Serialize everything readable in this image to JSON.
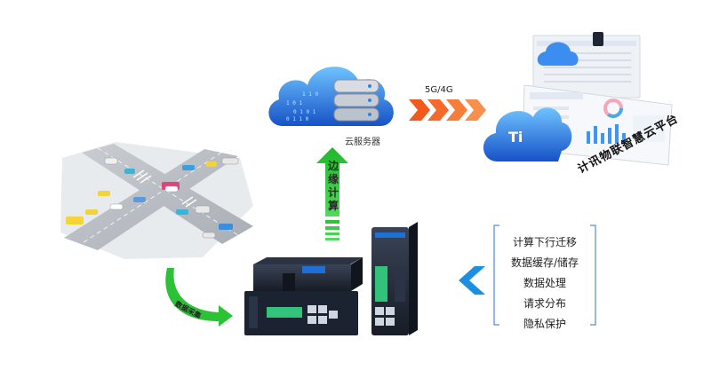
{
  "labels": {
    "cloud_server": "云服务器",
    "network": "5G/4G",
    "edge_compute": "边缘计算",
    "data_collection": "数据采集",
    "platform": "计讯物联智慧云平台"
  },
  "features": [
    "计算下行迁移",
    "数据缓存/储存",
    "数据处理",
    "请求分布",
    "隐私保护"
  ],
  "brand": {
    "logo_text": "Ti"
  },
  "colors": {
    "green_arrow": "#22c32e",
    "orange_arrow": "#f25a1d",
    "blue_chevron": "#1b8fe0",
    "cloud_blue": "#1d6fd6",
    "device_dark": "#1f2633"
  }
}
